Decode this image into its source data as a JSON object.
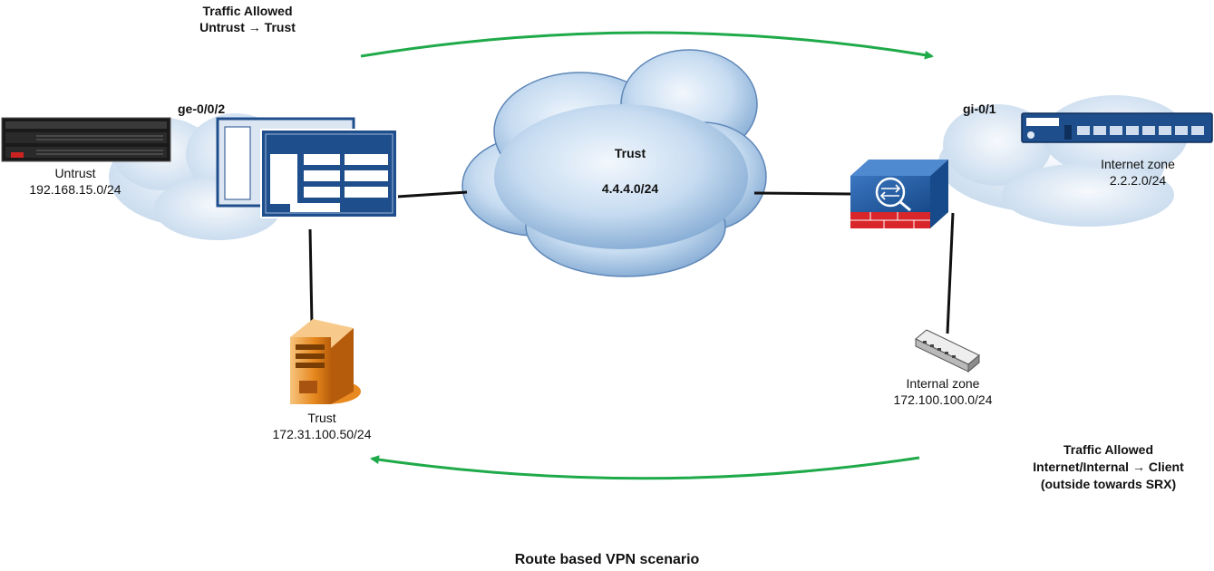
{
  "title": "Route based VPN scenario",
  "traffic_top": {
    "line1": "Traffic Allowed",
    "line2": "Untrust → Trust"
  },
  "traffic_bottom": {
    "line1": "Traffic Allowed",
    "line2": "Internet/Internal → Client",
    "line3": "(outside towards SRX)"
  },
  "left_interface": "ge-0/0/2",
  "right_interface": "gi-0/1",
  "untrust": {
    "name": "Untrust",
    "subnet": "192.168.15.0/24"
  },
  "center_cloud": {
    "name": "Trust",
    "subnet": "4.4.4.0/24"
  },
  "internet_zone": {
    "name": "Internet zone",
    "subnet": "2.2.2.0/24"
  },
  "trust_server": {
    "name": "Trust",
    "subnet": "172.31.100.50/24"
  },
  "internal_zone": {
    "name": "Internal zone",
    "subnet": "172.100.100.0/24"
  },
  "colors": {
    "arrow": "#1faa4a",
    "cloud": "#b9d3ec",
    "device_blue": "#1f4e8c",
    "firewall_red": "#d9262b",
    "server_orange": "#e98a20"
  },
  "icons": [
    "rack-server-icon",
    "switch-chassis-icon",
    "asa-firewall-icon",
    "juniper-router-icon",
    "tower-server-icon",
    "hub-icon"
  ]
}
